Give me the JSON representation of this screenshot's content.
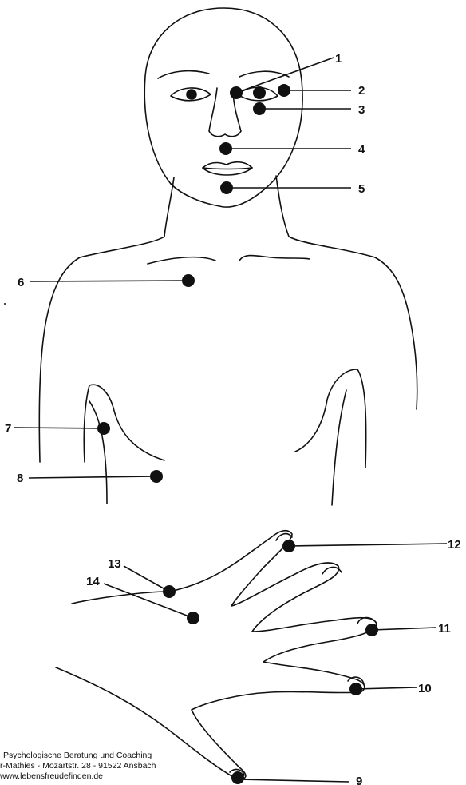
{
  "points": [
    {
      "id": "p1",
      "label": "1"
    },
    {
      "id": "p2",
      "label": "2"
    },
    {
      "id": "p3",
      "label": "3"
    },
    {
      "id": "p4",
      "label": "4"
    },
    {
      "id": "p5",
      "label": "5"
    },
    {
      "id": "p6",
      "label": "6"
    },
    {
      "id": "p7",
      "label": "7"
    },
    {
      "id": "p8",
      "label": "8"
    },
    {
      "id": "p9",
      "label": "9"
    },
    {
      "id": "p10",
      "label": "10"
    },
    {
      "id": "p11",
      "label": "11"
    },
    {
      "id": "p12",
      "label": "12"
    },
    {
      "id": "p13",
      "label": "13"
    },
    {
      "id": "p14",
      "label": "14"
    }
  ],
  "credit": {
    "line1": "Psychologische Beratung und Coaching",
    "line2": "r-Mathies -  Mozartstr. 28 - 91522 Ansbach",
    "line3": "www.lebensfreudefinden.de"
  }
}
